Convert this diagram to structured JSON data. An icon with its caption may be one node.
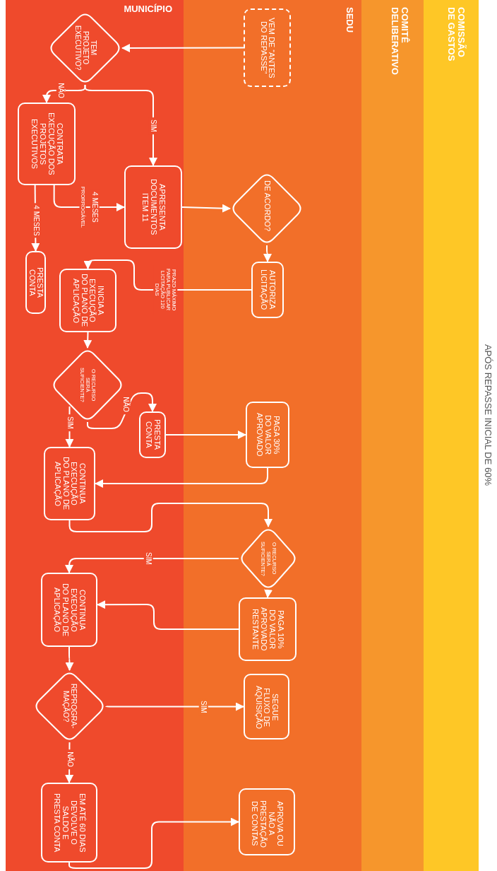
{
  "diagram": {
    "nodes": [
      {
        "text": [
          "MUNICÍPIO"
        ]
      },
      {
        "text": [
          "SEDU"
        ]
      },
      {
        "text": [
          "COMITÊ DELIBERATIVO"
        ]
      },
      {
        "text": [
          "COMISSÃO DE GASTOS"
        ]
      },
      {
        "text": [
          "TEM PROJETO EXECUTIVO?"
        ],
        "in": 0
      },
      {
        "text": [
          "VEM DE “ANTES DO REPASSE”"
        ],
        "in": 1
      },
      {
        "text": [
          "CONTRATA EXECUÇÃO DOS PROJETOS EXECUTIVOS"
        ],
        "in": 0
      },
      {
        "text": [
          "APRESENTA DOCUMENTOS ITEM 11"
        ],
        "in": 0
      },
      {
        "text": [
          "DE ACORDO?"
        ],
        "in": 1
      },
      {
        "text": [
          "PRESTA CONTA"
        ],
        "in": 0
      },
      {
        "text": [
          "INICIA A EXECUÇÃO DO PLANO DE APLICAÇÃO"
        ],
        "in": 0
      },
      {
        "text": [
          "AUTORIZA LICITAÇÃO"
        ],
        "in": 1
      },
      {
        "text": [
          "O RECURSO SERÁ SUFICIENTE?"
        ],
        "in": 0
      },
      {
        "text": [
          "PRESTA CONTA"
        ],
        "in": 0
      },
      {
        "text": [
          "PAGA 30% DO VALOR APROVADO"
        ],
        "in": 1
      },
      {
        "text": [
          "CONTINUA EXECUÇÃO DO PLANO DE APLICAÇÃO"
        ],
        "in": 0
      },
      {
        "text": [
          "O RECURSO SERÁ SUFICIENTE?"
        ],
        "in": 1
      },
      {
        "text": [
          "CONTINUA EXECUÇÃO DO PLANO DE APLICAÇÃO"
        ],
        "in": 0
      },
      {
        "text": [
          "PAGA 10% DO VALOR APROVADO RESTANTE"
        ],
        "in": 1
      },
      {
        "text": [
          "REPROGRA- MAÇÃO?"
        ],
        "in": 0
      },
      {
        "text": [
          "SEGUE FLUXO DE AQUISIÇÃO"
        ],
        "in": 1
      },
      {
        "text": [
          "EM ATÉ 60 DIAS DEVOLVE O SALDO E PRESTA CONTA"
        ],
        "in": 0
      },
      {
        "text": [
          "APROVA OU NÃO A PRESTAÇÃO DE CONTAS"
        ],
        "in": 1
      }
    ],
    "edges": [
      {
        "from": 5,
        "to": 4,
        "arrow": "to"
      },
      {
        "from": 4,
        "to": 6,
        "arrow": "to",
        "label": "NÃO"
      },
      {
        "from": 4,
        "to": 7,
        "arrow": "to",
        "label": "SIM"
      },
      {
        "from": 6,
        "to": 7,
        "arrow": "to",
        "label": "4 MESES"
      },
      {
        "from": 6,
        "to": 9,
        "arrow": "to",
        "label": "4 MESES"
      },
      {
        "from": 7,
        "to": 8,
        "arrow": "to"
      },
      {
        "from": 8,
        "to": 11,
        "arrow": "to"
      },
      {
        "from": 11,
        "to": 10,
        "arrow": "to",
        "label": "PRAZO MÁXIMO PARA PUBLICAR LICITAÇÃO 120 DIAS"
      },
      {
        "from": 10,
        "to": 12,
        "arrow": "to"
      },
      {
        "from": 12,
        "to": 13,
        "arrow": "to",
        "label": "NÃO"
      },
      {
        "from": 12,
        "to": 15,
        "arrow": "to",
        "label": "SIM"
      },
      {
        "from": 13,
        "to": 14,
        "arrow": "to"
      },
      {
        "from": 14,
        "to": 15,
        "arrow": "to"
      },
      {
        "from": 15,
        "to": 16,
        "arrow": "to"
      },
      {
        "from": 16,
        "to": 17,
        "arrow": "to",
        "label": "SIM"
      },
      {
        "from": 16,
        "to": 18,
        "arrow": "to"
      },
      {
        "from": 18,
        "to": 17,
        "arrow": "to"
      },
      {
        "from": 17,
        "to": 19,
        "arrow": "to"
      },
      {
        "from": 19,
        "to": 20,
        "arrow": "to",
        "label": "SIM"
      },
      {
        "from": 19,
        "to": 21,
        "arrow": "to",
        "label": "NÃO"
      },
      {
        "from": 21,
        "to": 22,
        "arrow": "to"
      }
    ],
    "labels": [
      "PRORROGÁVEL",
      "APÓS REPASSE INICIAL DE 60%"
    ]
  }
}
